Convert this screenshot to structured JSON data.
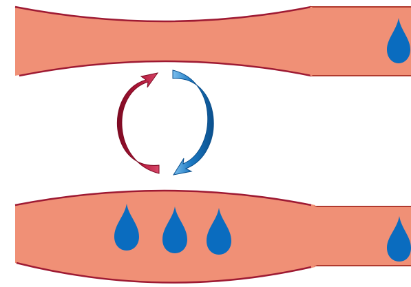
{
  "diagram": {
    "colors": {
      "background": "#ffffff",
      "vessel_fill": "#f09076",
      "vessel_outline": "#9e1a33",
      "pipe_outline": "#b03a2e",
      "droplet": "#0a6cbf",
      "arrow_red": "#a0122e",
      "arrow_blue": "#1a78c2"
    },
    "icons": {
      "droplet": "water-drop-icon",
      "cycle": "circular-arrows-icon"
    },
    "top_section": {
      "state": "narrowed",
      "droplets_in_vessel": 0,
      "droplets_in_outlet": 1
    },
    "bottom_section": {
      "state": "widened",
      "droplets_in_vessel": 3,
      "droplets_in_outlet": 1
    }
  }
}
